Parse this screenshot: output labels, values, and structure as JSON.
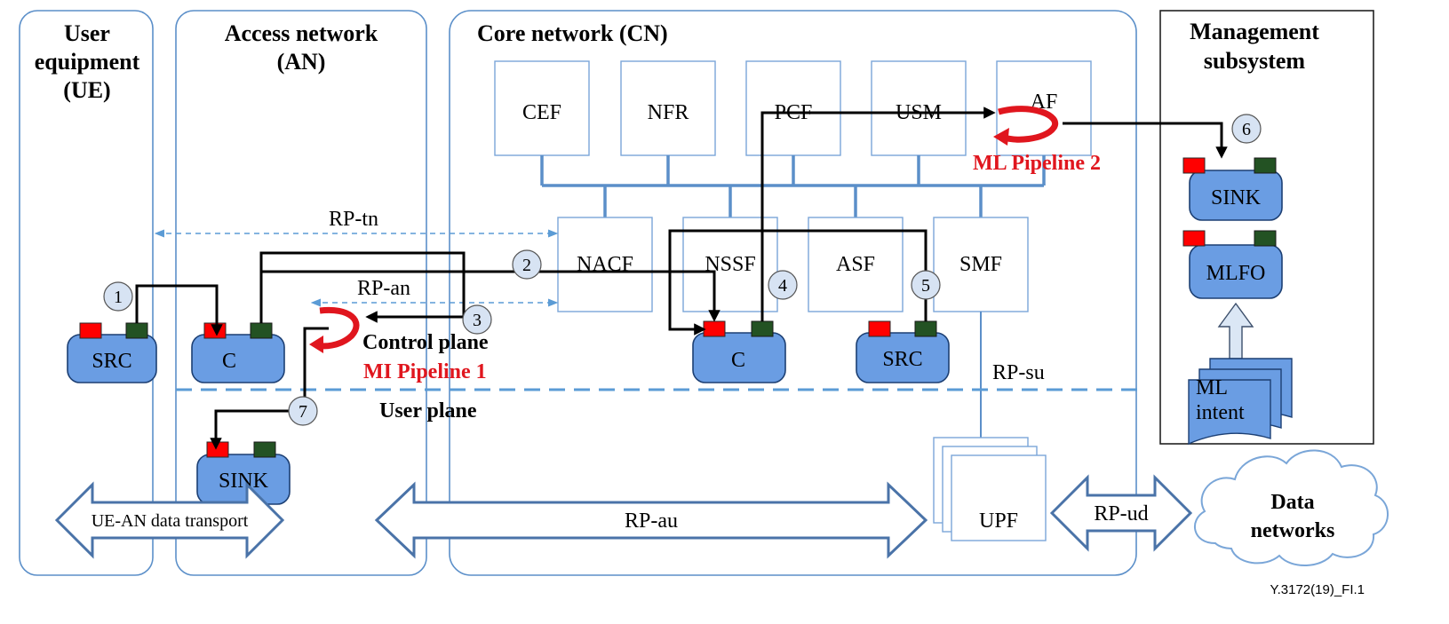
{
  "regions": {
    "ue": [
      "User",
      "equipment",
      "(UE)"
    ],
    "an": [
      "Access network",
      "(AN)"
    ],
    "cn": "Core network (CN)",
    "mgmt": [
      "Management",
      "subsystem"
    ]
  },
  "functions": {
    "cef": "CEF",
    "nfr": "NFR",
    "pcf": "PCF",
    "usm": "USM",
    "af": "AF",
    "nacf": "NACF",
    "nssf": "NSSF",
    "asf": "ASF",
    "smf": "SMF",
    "upf": "UPF"
  },
  "components": {
    "src_ue": "SRC",
    "c_an": "C",
    "c_cn": "C",
    "src_cn": "SRC",
    "sink_an": "SINK",
    "sink_mgmt": "SINK",
    "mlfo": "MLFO"
  },
  "ml_intent": [
    "ML",
    "intent"
  ],
  "reference_points": {
    "rp_tn": "RP-tn",
    "rp_an": "RP-an",
    "rp_su": "RP-su",
    "rp_au": "RP-au",
    "rp_ud": "RP-ud",
    "ue_an": "UE-AN data transport"
  },
  "planes": {
    "control": "Control plane",
    "user": "User plane"
  },
  "pipelines": {
    "p1": "MI Pipeline 1",
    "p2": "ML Pipeline 2"
  },
  "steps": [
    "1",
    "2",
    "3",
    "4",
    "5",
    "6",
    "7"
  ],
  "data_networks": [
    "Data",
    "networks"
  ],
  "figure_id": "Y.3172(19)_FI.1",
  "colors": {
    "pipeline_text": "#e0161e",
    "component_fill": "#6a9de3",
    "line_blue": "#5b8fc9"
  }
}
